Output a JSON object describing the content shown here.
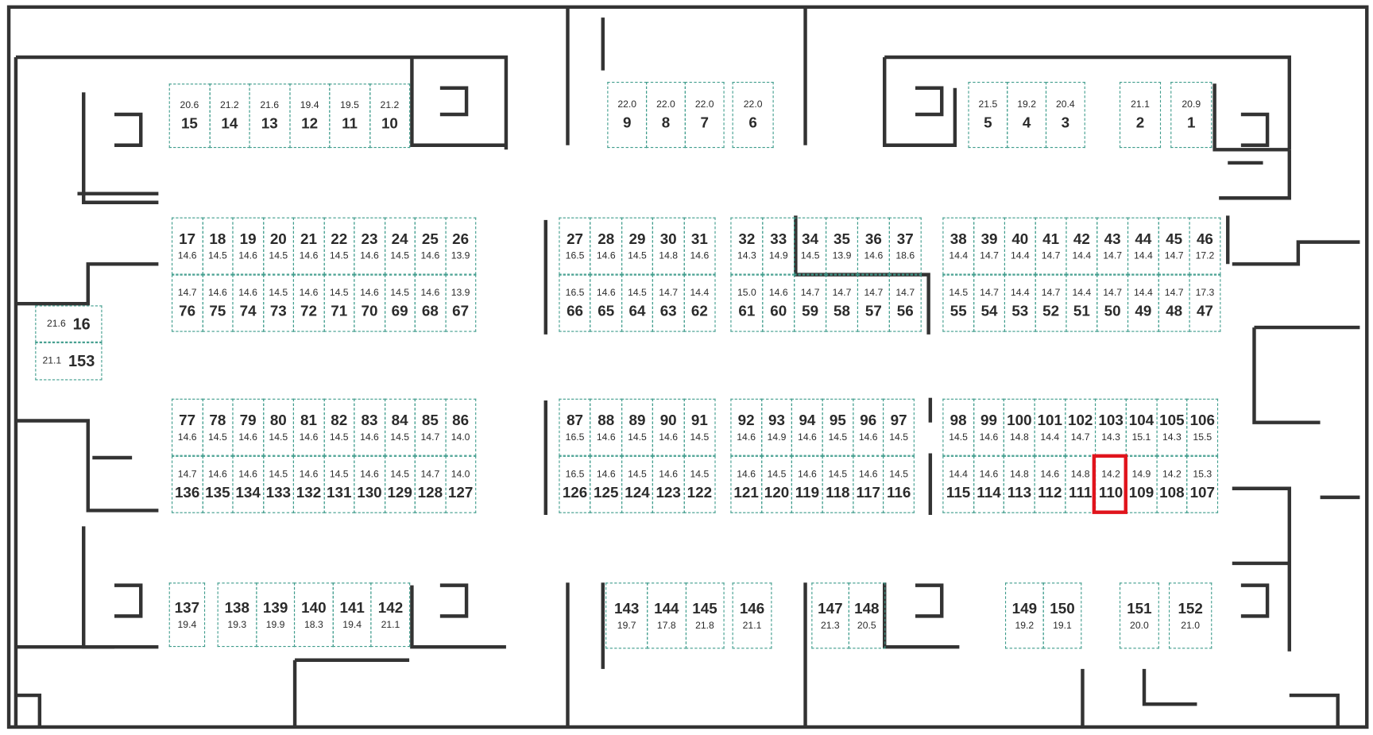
{
  "title": "Floor plan of storage units",
  "highlighted_unit": "110",
  "colors": {
    "unit_border": "#3f9c8c",
    "wall": "#333333",
    "highlight": "#e0141c"
  },
  "units": [
    {
      "number": "1",
      "area": "20.9"
    },
    {
      "number": "2",
      "area": "21.1"
    },
    {
      "number": "3",
      "area": "20.4"
    },
    {
      "number": "4",
      "area": "19.2"
    },
    {
      "number": "5",
      "area": "21.5"
    },
    {
      "number": "6",
      "area": "22.0"
    },
    {
      "number": "7",
      "area": "22.0"
    },
    {
      "number": "8",
      "area": "22.0"
    },
    {
      "number": "9",
      "area": "22.0"
    },
    {
      "number": "10",
      "area": "21.2"
    },
    {
      "number": "11",
      "area": "19.5"
    },
    {
      "number": "12",
      "area": "19.4"
    },
    {
      "number": "13",
      "area": "21.6"
    },
    {
      "number": "14",
      "area": "21.2"
    },
    {
      "number": "15",
      "area": "20.6"
    },
    {
      "number": "16",
      "area": "21.6"
    },
    {
      "number": "17",
      "area": "14.6"
    },
    {
      "number": "18",
      "area": "14.5"
    },
    {
      "number": "19",
      "area": "14.6"
    },
    {
      "number": "20",
      "area": "14.5"
    },
    {
      "number": "21",
      "area": "14.6"
    },
    {
      "number": "22",
      "area": "14.5"
    },
    {
      "number": "23",
      "area": "14.6"
    },
    {
      "number": "24",
      "area": "14.5"
    },
    {
      "number": "25",
      "area": "14.6"
    },
    {
      "number": "26",
      "area": "13.9"
    },
    {
      "number": "27",
      "area": "16.5"
    },
    {
      "number": "28",
      "area": "14.6"
    },
    {
      "number": "29",
      "area": "14.5"
    },
    {
      "number": "30",
      "area": "14.8"
    },
    {
      "number": "31",
      "area": "14.6"
    },
    {
      "number": "32",
      "area": "14.3"
    },
    {
      "number": "33",
      "area": "14.9"
    },
    {
      "number": "34",
      "area": "14.5"
    },
    {
      "number": "35",
      "area": "13.9"
    },
    {
      "number": "36",
      "area": "14.6"
    },
    {
      "number": "37",
      "area": "18.6"
    },
    {
      "number": "38",
      "area": "14.4"
    },
    {
      "number": "39",
      "area": "14.7"
    },
    {
      "number": "40",
      "area": "14.4"
    },
    {
      "number": "41",
      "area": "14.7"
    },
    {
      "number": "42",
      "area": "14.4"
    },
    {
      "number": "43",
      "area": "14.7"
    },
    {
      "number": "44",
      "area": "14.4"
    },
    {
      "number": "45",
      "area": "14.7"
    },
    {
      "number": "46",
      "area": "17.2"
    },
    {
      "number": "47",
      "area": "17.3"
    },
    {
      "number": "48",
      "area": "14.7"
    },
    {
      "number": "49",
      "area": "14.4"
    },
    {
      "number": "50",
      "area": "14.7"
    },
    {
      "number": "51",
      "area": "14.4"
    },
    {
      "number": "52",
      "area": "14.7"
    },
    {
      "number": "53",
      "area": "14.4"
    },
    {
      "number": "54",
      "area": "14.7"
    },
    {
      "number": "55",
      "area": "14.5"
    },
    {
      "number": "56",
      "area": "14.7"
    },
    {
      "number": "57",
      "area": "14.7"
    },
    {
      "number": "58",
      "area": "14.7"
    },
    {
      "number": "59",
      "area": "14.7"
    },
    {
      "number": "60",
      "area": "14.6"
    },
    {
      "number": "61",
      "area": "15.0"
    },
    {
      "number": "62",
      "area": "14.4"
    },
    {
      "number": "63",
      "area": "14.7"
    },
    {
      "number": "64",
      "area": "14.5"
    },
    {
      "number": "65",
      "area": "14.6"
    },
    {
      "number": "66",
      "area": "16.5"
    },
    {
      "number": "67",
      "area": "13.9"
    },
    {
      "number": "68",
      "area": "14.6"
    },
    {
      "number": "69",
      "area": "14.5"
    },
    {
      "number": "70",
      "area": "14.6"
    },
    {
      "number": "71",
      "area": "14.5"
    },
    {
      "number": "72",
      "area": "14.6"
    },
    {
      "number": "73",
      "area": "14.5"
    },
    {
      "number": "74",
      "area": "14.6"
    },
    {
      "number": "75",
      "area": "14.6"
    },
    {
      "number": "76",
      "area": "14.7"
    },
    {
      "number": "77",
      "area": "14.6"
    },
    {
      "number": "78",
      "area": "14.5"
    },
    {
      "number": "79",
      "area": "14.6"
    },
    {
      "number": "80",
      "area": "14.5"
    },
    {
      "number": "81",
      "area": "14.6"
    },
    {
      "number": "82",
      "area": "14.5"
    },
    {
      "number": "83",
      "area": "14.6"
    },
    {
      "number": "84",
      "area": "14.5"
    },
    {
      "number": "85",
      "area": "14.7"
    },
    {
      "number": "86",
      "area": "14.0"
    },
    {
      "number": "87",
      "area": "16.5"
    },
    {
      "number": "88",
      "area": "14.6"
    },
    {
      "number": "89",
      "area": "14.5"
    },
    {
      "number": "90",
      "area": "14.6"
    },
    {
      "number": "91",
      "area": "14.5"
    },
    {
      "number": "92",
      "area": "14.6"
    },
    {
      "number": "93",
      "area": "14.9"
    },
    {
      "number": "94",
      "area": "14.6"
    },
    {
      "number": "95",
      "area": "14.5"
    },
    {
      "number": "96",
      "area": "14.6"
    },
    {
      "number": "97",
      "area": "14.5"
    },
    {
      "number": "98",
      "area": "14.5"
    },
    {
      "number": "99",
      "area": "14.6"
    },
    {
      "number": "100",
      "area": "14.8"
    },
    {
      "number": "101",
      "area": "14.4"
    },
    {
      "number": "102",
      "area": "14.7"
    },
    {
      "number": "103",
      "area": "14.3"
    },
    {
      "number": "104",
      "area": "15.1"
    },
    {
      "number": "105",
      "area": "14.3"
    },
    {
      "number": "106",
      "area": "15.5"
    },
    {
      "number": "107",
      "area": "15.3"
    },
    {
      "number": "108",
      "area": "14.2"
    },
    {
      "number": "109",
      "area": "14.9"
    },
    {
      "number": "110",
      "area": "14.2"
    },
    {
      "number": "111",
      "area": "14.8"
    },
    {
      "number": "112",
      "area": "14.6"
    },
    {
      "number": "113",
      "area": "14.8"
    },
    {
      "number": "114",
      "area": "14.6"
    },
    {
      "number": "115",
      "area": "14.4"
    },
    {
      "number": "116",
      "area": "14.5"
    },
    {
      "number": "117",
      "area": "14.6"
    },
    {
      "number": "118",
      "area": "14.5"
    },
    {
      "number": "119",
      "area": "14.6"
    },
    {
      "number": "120",
      "area": "14.5"
    },
    {
      "number": "121",
      "area": "14.6"
    },
    {
      "number": "122",
      "area": "14.5"
    },
    {
      "number": "123",
      "area": "14.6"
    },
    {
      "number": "124",
      "area": "14.5"
    },
    {
      "number": "125",
      "area": "14.6"
    },
    {
      "number": "126",
      "area": "16.5"
    },
    {
      "number": "127",
      "area": "14.0"
    },
    {
      "number": "128",
      "area": "14.7"
    },
    {
      "number": "129",
      "area": "14.5"
    },
    {
      "number": "130",
      "area": "14.6"
    },
    {
      "number": "131",
      "area": "14.5"
    },
    {
      "number": "132",
      "area": "14.6"
    },
    {
      "number": "133",
      "area": "14.5"
    },
    {
      "number": "134",
      "area": "14.6"
    },
    {
      "number": "135",
      "area": "14.6"
    },
    {
      "number": "136",
      "area": "14.7"
    },
    {
      "number": "137",
      "area": "19.4"
    },
    {
      "number": "138",
      "area": "19.3"
    },
    {
      "number": "139",
      "area": "19.9"
    },
    {
      "number": "140",
      "area": "18.3"
    },
    {
      "number": "141",
      "area": "19.4"
    },
    {
      "number": "142",
      "area": "21.1"
    },
    {
      "number": "143",
      "area": "19.7"
    },
    {
      "number": "144",
      "area": "17.8"
    },
    {
      "number": "145",
      "area": "21.8"
    },
    {
      "number": "146",
      "area": "21.1"
    },
    {
      "number": "147",
      "area": "21.3"
    },
    {
      "number": "148",
      "area": "20.5"
    },
    {
      "number": "149",
      "area": "19.2"
    },
    {
      "number": "150",
      "area": "19.1"
    },
    {
      "number": "151",
      "area": "20.0"
    },
    {
      "number": "152",
      "area": "21.0"
    },
    {
      "number": "153",
      "area": "21.1"
    }
  ]
}
